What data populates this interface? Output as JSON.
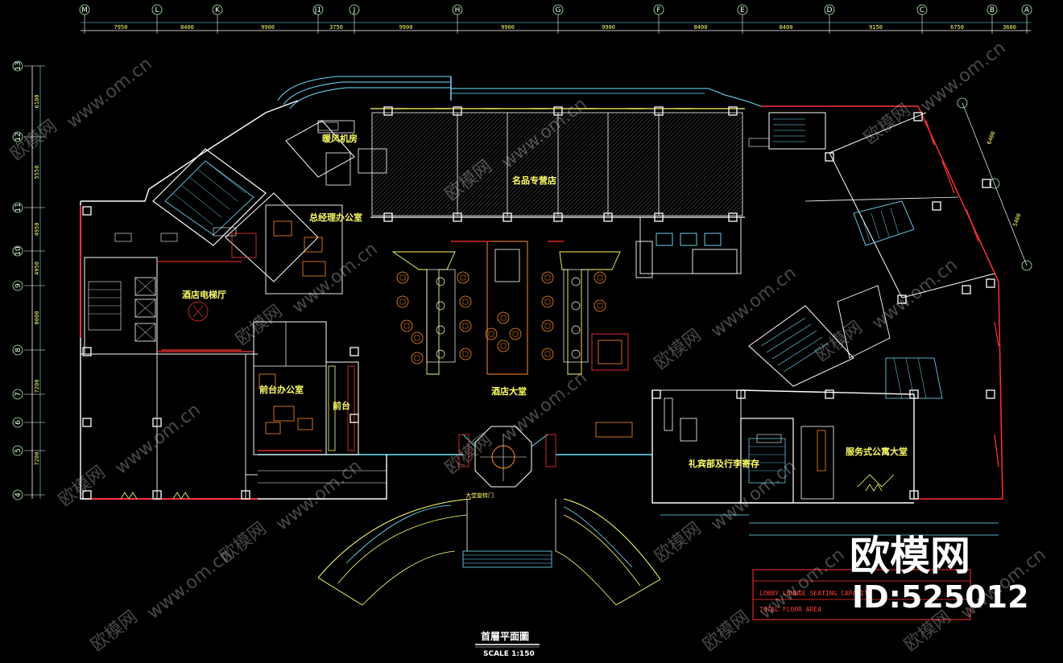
{
  "grid_columns_top": [
    "M",
    "L",
    "K",
    "J1",
    "J",
    "H",
    "G",
    "F",
    "E",
    "D",
    "C",
    "B",
    "A"
  ],
  "grid_rows_left": [
    "13",
    "12",
    "11",
    "10",
    "9",
    "8",
    "7",
    "6",
    "5",
    "4"
  ],
  "dimensions_top": [
    "7950",
    "8400",
    "9900",
    "3750",
    "9900",
    "9900",
    "9900",
    "8400",
    "8400",
    "9150",
    "6750",
    "3600"
  ],
  "dimensions_left": [
    "6100",
    "5550",
    "4950",
    "4950",
    "8000",
    "7200",
    "7200"
  ],
  "dimension_right": [
    "6400",
    "5400"
  ],
  "rooms": [
    {
      "id": "hvac",
      "label": "暖风机房"
    },
    {
      "id": "boutique",
      "label": "名品专营店"
    },
    {
      "id": "gm_office",
      "label": "总经理办公室"
    },
    {
      "id": "hotel_lobby_hall",
      "label": "酒店电梯厅"
    },
    {
      "id": "front_office",
      "label": "前台办公室"
    },
    {
      "id": "front_desk",
      "label": "前台"
    },
    {
      "id": "lobby",
      "label": "酒店大堂"
    },
    {
      "id": "concierge",
      "label": "礼宾部及行李寄存"
    },
    {
      "id": "service_lobby",
      "label": "服务式公寓大堂"
    },
    {
      "id": "entrance",
      "label": "大堂旋转门"
    }
  ],
  "drawing_title": "首層平面圖",
  "drawing_scale": "SCALE 1:150",
  "title_block": {
    "line1": "LOBBY LOUNGE SEATING CAPACITY",
    "line2": "TOTAL FLOOR AREA"
  },
  "watermark": {
    "brand": "欧模网",
    "id": "ID:525012",
    "url": "www.om.cn"
  }
}
